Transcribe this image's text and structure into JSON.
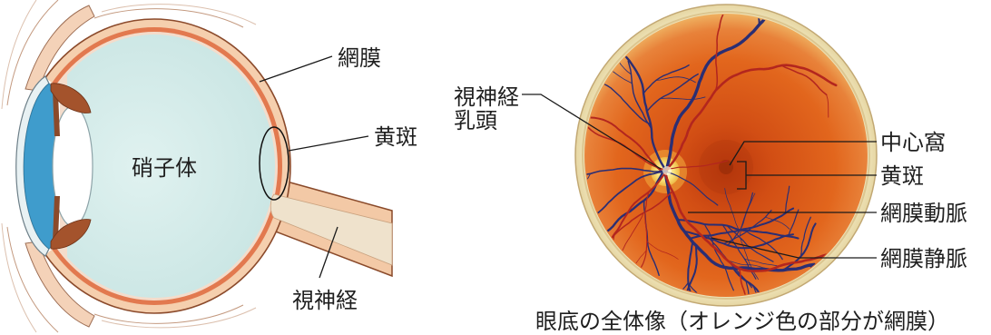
{
  "eye_cross_section": {
    "labels": {
      "retina": "網膜",
      "macula": "黄斑",
      "vitreous": "硝子体",
      "optic_nerve": "視神経"
    }
  },
  "fundus": {
    "labels": {
      "optic_disc": [
        "視神経",
        "乳頭"
      ],
      "fovea": "中心窩",
      "macula": "黄斑",
      "retinal_artery": "網膜動脈",
      "retinal_vein": "網膜静脈"
    },
    "caption": "眼底の全体像（オレンジ色の部分が網膜）"
  },
  "colors": {
    "sclera": "#f5cfae",
    "choroid": "#e2794f",
    "vitreous": "#d6ecea",
    "aqueous": "#3f9ccc",
    "fundus_orange": "#df6420",
    "optic_disc": "#f7e27a",
    "artery": "#b3261e",
    "vein": "#2b2e73"
  }
}
